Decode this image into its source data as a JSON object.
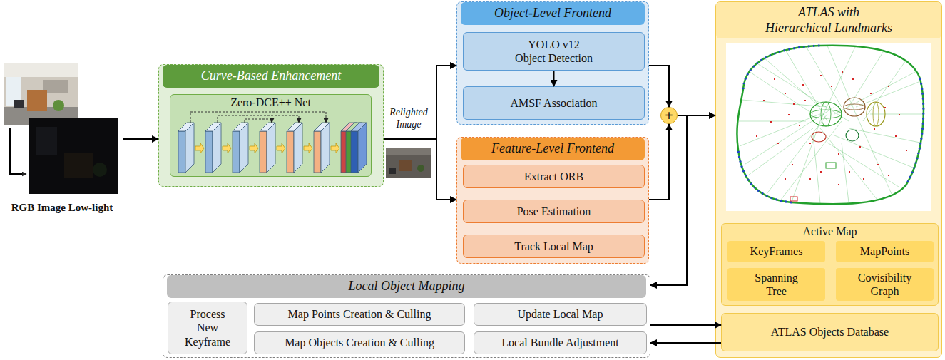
{
  "diagram": {
    "nodes": [
      {
        "text": [
          "RGB Image Low-light"
        ]
      },
      {
        "text": [
          "Curve-Based Enhancement"
        ]
      },
      {
        "text": [
          "Zero-DCE++ Net"
        ],
        "in": 1
      },
      {
        "text": [
          "Object-Level Frontend"
        ]
      },
      {
        "text": [
          "YOLO v12 Object Detection"
        ],
        "in": 3
      },
      {
        "text": [
          "AMSF Association"
        ],
        "in": 3
      },
      {
        "text": [
          "Feature-Level Frontend"
        ]
      },
      {
        "text": [
          "Extract ORB"
        ],
        "in": 6
      },
      {
        "text": [
          "Pose Estimation"
        ],
        "in": 6
      },
      {
        "text": [
          "Track Local Map"
        ],
        "in": 6
      },
      {
        "text": [
          "+"
        ]
      },
      {
        "text": [
          "ATLAS with Hierarchical Landmarks"
        ]
      },
      {
        "text": [
          "Active Map"
        ],
        "in": 11
      },
      {
        "text": [
          "KeyFrames"
        ],
        "in": 12
      },
      {
        "text": [
          "MapPoints"
        ],
        "in": 12
      },
      {
        "text": [
          "Spanning Tree"
        ],
        "in": 12
      },
      {
        "text": [
          "Covisibility Graph"
        ],
        "in": 12
      },
      {
        "text": [
          "ATLAS Objects Database"
        ],
        "in": 11
      },
      {
        "text": [
          "Local Object Mapping"
        ]
      },
      {
        "text": [
          "Process New Keyframe"
        ],
        "in": 18
      },
      {
        "text": [
          "Map Points Creation & Culling"
        ],
        "in": 18
      },
      {
        "text": [
          "Map Objects Creation & Culling"
        ],
        "in": 18
      },
      {
        "text": [
          "Update Local Map"
        ],
        "in": 18
      },
      {
        "text": [
          "Local Bundle Adjustment"
        ],
        "in": 18
      }
    ],
    "edges": [
      {
        "from": 0,
        "to": 1,
        "arrow": "to"
      },
      {
        "from": 1,
        "to": 3,
        "arrow": "to"
      },
      {
        "from": 1,
        "to": 6,
        "arrow": "to"
      },
      {
        "from": 4,
        "to": 5,
        "arrow": "to"
      },
      {
        "from": 3,
        "to": 10,
        "arrow": "to"
      },
      {
        "from": 6,
        "to": 10,
        "arrow": "to"
      },
      {
        "from": 10,
        "to": 11,
        "arrow": "to"
      },
      {
        "from": 10,
        "to": 18,
        "arrow": "to"
      },
      {
        "from": 18,
        "to": 17,
        "arrow": "to"
      },
      {
        "from": 17,
        "to": 18,
        "arrow": "to"
      }
    ],
    "labels": [
      "Relighted Image"
    ]
  }
}
